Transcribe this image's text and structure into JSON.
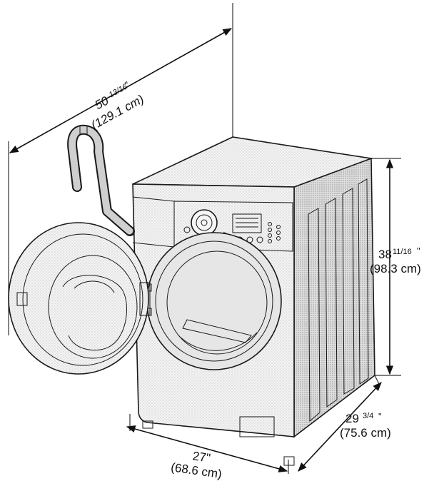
{
  "dimensions": {
    "depth_diagonal": {
      "value": "50",
      "fraction": "13/16",
      "unit_mark": "\"",
      "metric": "(129.1 cm)"
    },
    "height": {
      "value": "38",
      "fraction": "11/16",
      "unit_mark": "\"",
      "metric": "(98.3 cm)"
    },
    "side_depth": {
      "value": "29",
      "fraction": "3/4",
      "unit_mark": "\"",
      "metric": "(75.6 cm)"
    },
    "width": {
      "value": "27\"",
      "metric": "(68.6 cm)"
    }
  },
  "colors": {
    "line": "#111111",
    "body": "#f2f2f2",
    "shade": "#d9d9d9"
  },
  "icons": [
    "washing-machine-illustration",
    "drain-hose-icon",
    "door-icon",
    "drum-icon",
    "control-dial-icon"
  ]
}
